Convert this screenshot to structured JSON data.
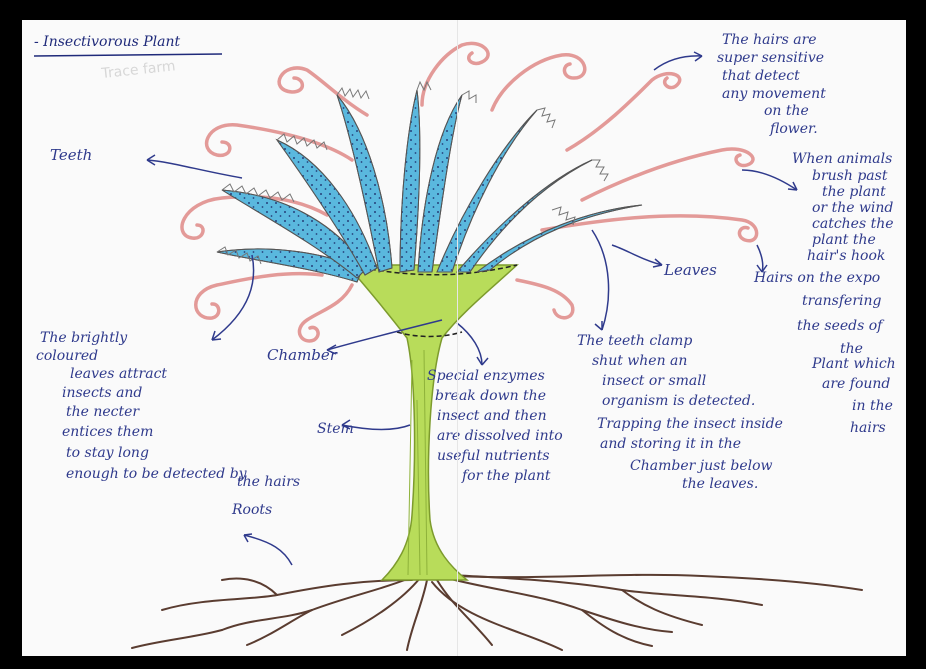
{
  "title": "- Insectivorous Plant",
  "faint_note": "Trace farm",
  "labels": {
    "teeth": "Teeth",
    "leaves": "Leaves",
    "chamber": "Chamber",
    "stem": "Stem",
    "roots": "Roots"
  },
  "notes": {
    "hairs_sensitive": [
      "The hairs are",
      "super sensitive",
      "that detect",
      "any movement",
      "on the",
      "flower."
    ],
    "animals": [
      "When animals",
      "brush past",
      "the plant",
      "or the wind",
      "catches the",
      "plant the",
      "hair's hook",
      "Hairs on the expo",
      "transfering",
      "the seeds of",
      "the",
      "Plant which",
      "are found",
      "in the",
      "hairs"
    ],
    "bright_leaves": [
      "The brightly",
      "coloured",
      "leaves attract",
      "insects and",
      "the necter",
      "entices them",
      "to stay long",
      "enough to be detected by",
      "the hairs"
    ],
    "enzymes": [
      "Special enzymes",
      "break down the",
      "insect and then",
      "are dissolved into",
      "useful nutrients",
      "for the plant"
    ],
    "teeth_clamp": [
      "The teeth clamp",
      "shut when an",
      "insect or small",
      "organism is detected.",
      "Trapping the insect inside",
      "and storing it in the",
      "Chamber just below",
      "the leaves."
    ]
  },
  "colors": {
    "ink": "#2f3a8c",
    "leaf": "#5ab8de",
    "stem": "#b8dc5a",
    "hair": "#e39a98",
    "root": "#5a3c30"
  }
}
